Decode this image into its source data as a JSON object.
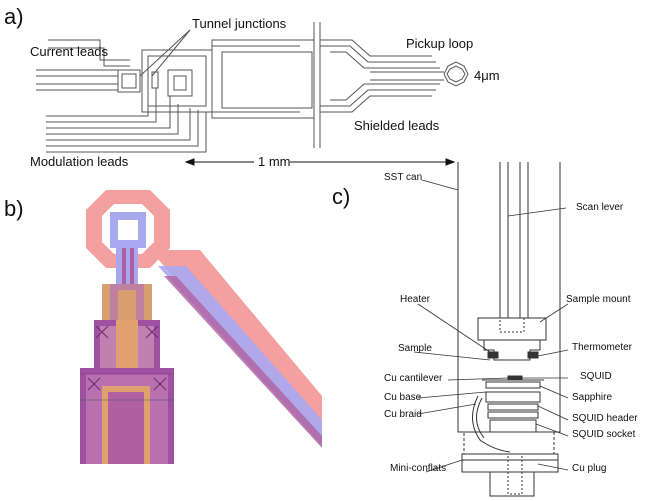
{
  "panel_a": {
    "letter": "a)",
    "labels": {
      "tunnel_junctions": "Tunnel junctions",
      "current_leads": "Current leads",
      "pickup_loop": "Pickup loop",
      "size": "4μm",
      "shielded_leads": "Shielded leads",
      "modulation_leads": "Modulation leads",
      "scale": "1 mm"
    }
  },
  "panel_b": {
    "letter": "b)"
  },
  "panel_c": {
    "letter": "c)",
    "labels": {
      "sst_can": "SST can",
      "scan_lever": "Scan lever",
      "heater": "Heater",
      "sample_mount": "Sample mount",
      "sample": "Sample",
      "thermometer": "Thermometer",
      "cu_cantilever": "Cu cantilever",
      "squid": "SQUID",
      "cu_base": "Cu base",
      "sapphire": "Sapphire",
      "cu_braid": "Cu braid",
      "squid_header": "SQUID header",
      "squid_socket": "SQUID socket",
      "mini_conflats": "Mini-conflats",
      "cu_plug": "Cu plug"
    }
  },
  "colors": {
    "red_layer": "#f4a0a0",
    "blue_layer": "#a8a8f0",
    "overlap": "#b060a0",
    "line": "#555555"
  }
}
